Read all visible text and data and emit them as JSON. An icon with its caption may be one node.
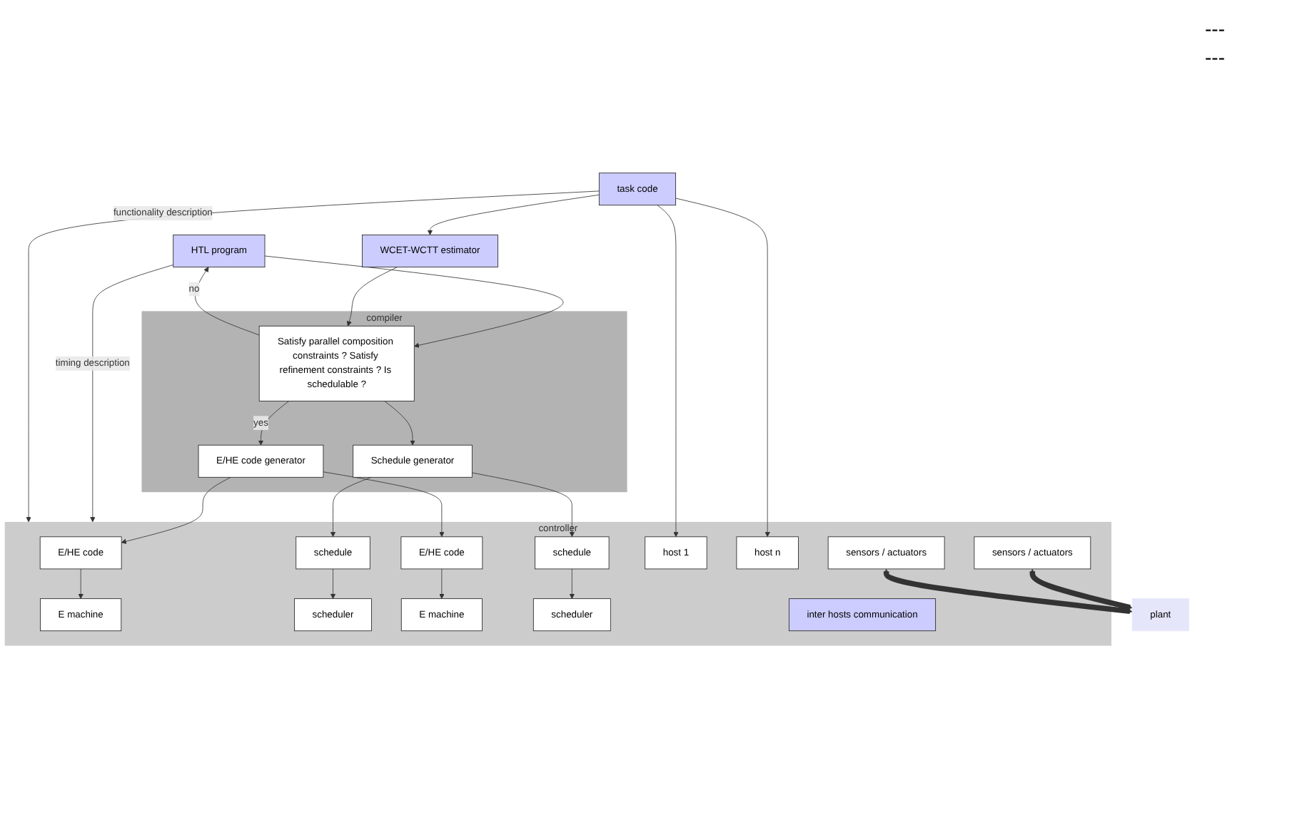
{
  "diagram": {
    "nodes": [
      {
        "text": [
          "HTL program"
        ]
      },
      {
        "text": [
          "compiler"
        ]
      },
      {
        "text": [
          "Satisfy parallel composition constraints ? Satisfy refinement constraints ? Is schedulable ?"
        ],
        "in": 1
      },
      {
        "text": [
          "E/HE code generator"
        ],
        "in": 1
      },
      {
        "text": [
          "Schedule generator"
        ],
        "in": 1
      },
      {
        "text": [
          "WCET-WCTT estimator"
        ]
      },
      {
        "text": [
          "controller"
        ]
      },
      {
        "text": [
          "E/HE code"
        ],
        "in": 6
      },
      {
        "text": [
          "schedule"
        ],
        "in": 6
      },
      {
        "text": [
          "E/HE code"
        ],
        "in": 6
      },
      {
        "text": [
          "schedule"
        ],
        "in": 6
      },
      {
        "text": [
          "E machine"
        ],
        "in": 6
      },
      {
        "text": [
          "scheduler"
        ],
        "in": 6
      },
      {
        "text": [
          "host 1"
        ],
        "in": 6
      },
      {
        "text": [
          "E machine"
        ],
        "in": 6
      },
      {
        "text": [
          "scheduler"
        ],
        "in": 6
      },
      {
        "text": [
          "host n"
        ],
        "in": 6
      },
      {
        "text": [
          "inter hosts communication"
        ],
        "in": 6
      },
      {
        "text": [
          "sensors / actuators"
        ],
        "in": 6
      },
      {
        "text": [
          "sensors / actuators"
        ],
        "in": 6
      },
      {
        "text": [
          "task code"
        ]
      },
      {
        "text": [
          "plant"
        ]
      }
    ],
    "edges": [
      {
        "from": 0,
        "to": 2,
        "arrow": "to"
      },
      {
        "from": 2,
        "to": 0,
        "arrow": "to",
        "label": "no"
      },
      {
        "from": 5,
        "to": 2,
        "arrow": "to"
      },
      {
        "from": 2,
        "to": 3,
        "arrow": "to",
        "label": "yes"
      },
      {
        "from": 2,
        "to": 4,
        "arrow": "to"
      },
      {
        "from": 3,
        "to": 7,
        "arrow": "to"
      },
      {
        "from": 3,
        "to": 9,
        "arrow": "to"
      },
      {
        "from": 4,
        "to": 8,
        "arrow": "to"
      },
      {
        "from": 4,
        "to": 10,
        "arrow": "to"
      },
      {
        "from": 7,
        "to": 11,
        "arrow": "to"
      },
      {
        "from": 8,
        "to": 12,
        "arrow": "to"
      },
      {
        "from": 9,
        "to": 14,
        "arrow": "to"
      },
      {
        "from": 10,
        "to": 15,
        "arrow": "to"
      },
      {
        "from": 20,
        "to": 13,
        "arrow": "to"
      },
      {
        "from": 20,
        "to": 16,
        "arrow": "to"
      },
      {
        "from": 20,
        "to": 5,
        "arrow": "to"
      },
      {
        "from": 0,
        "to": 6,
        "arrow": "to",
        "label": "timing description"
      },
      {
        "from": 20,
        "to": 6,
        "arrow": "to",
        "label": "functionality description"
      },
      {
        "from": 18,
        "to": 21,
        "arrow": "both",
        "style": "thick"
      },
      {
        "from": 19,
        "to": 21,
        "arrow": "both",
        "style": "thick"
      }
    ],
    "labels": [
      "---",
      "---"
    ]
  }
}
